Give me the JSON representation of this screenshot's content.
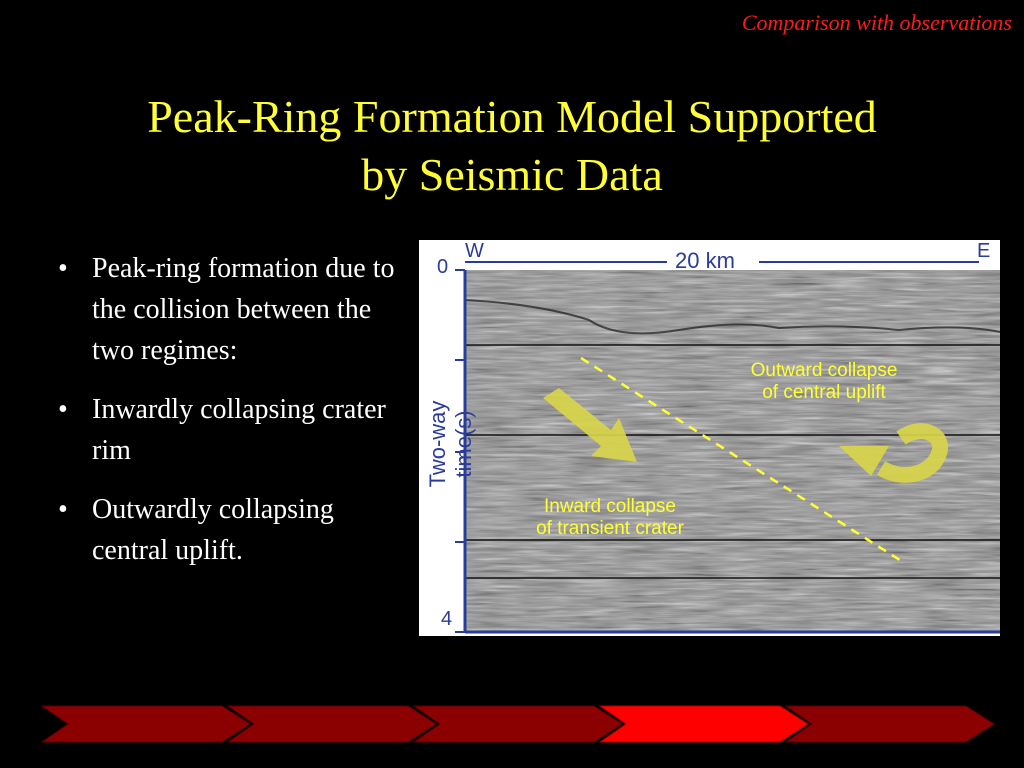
{
  "header": {
    "section_label": "Comparison with observations"
  },
  "slide": {
    "title_line1": "Peak-Ring Formation Model Supported",
    "title_line2": "by Seismic Data",
    "bullets": [
      "Peak-ring formation due to the collision between the two regimes:",
      "Inwardly collapsing crater rim",
      "Outwardly collapsing central uplift."
    ]
  },
  "figure": {
    "west_label": "W",
    "east_label": "E",
    "scale_label": "20 km",
    "y_axis_label": "Two-way time(s)",
    "y_tick_top": "0",
    "y_tick_bottom": "4",
    "annotation_outward": [
      "Outward collapse",
      "of central uplift"
    ],
    "annotation_inward": [
      "Inward collapse",
      "of transient crater"
    ]
  },
  "footer": {
    "arrow_count": 5,
    "highlighted_index": 3
  },
  "colors": {
    "title": "#ffff33",
    "section_label": "#ff1a1a",
    "axis": "#2a3c9a",
    "annotation": "#ffff33",
    "arrow_dark": "#8b0000",
    "arrow_bright": "#ff0000"
  }
}
